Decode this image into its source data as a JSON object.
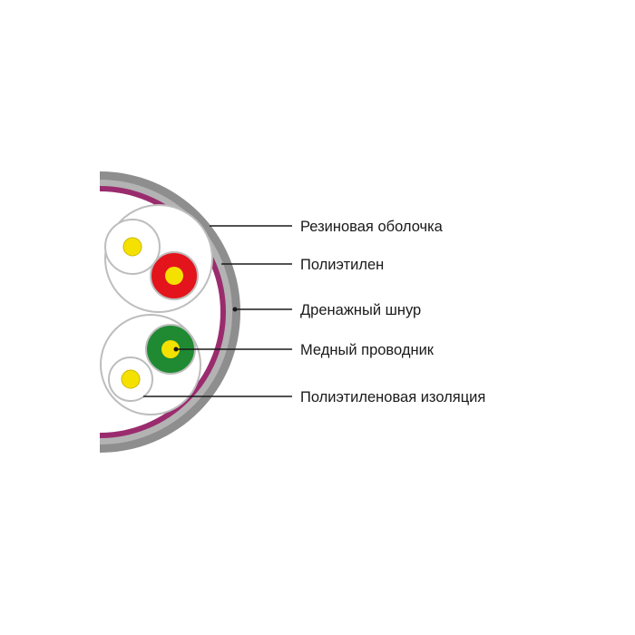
{
  "labels": {
    "outer_sheath": "Резиновая оболочка",
    "polyethylene": "Полиэтилен",
    "drain_wire": "Дренажный шнур",
    "copper_conductor": "Медный проводник",
    "pe_insulation": "Полиэтиленовая изоляция"
  },
  "colors": {
    "sheath": "#8e8e8e",
    "inner_layer": "#9a2c6e",
    "insulation_outline": "#bdbdbd",
    "conductor": "#f5e100",
    "red_insulation": "#e3141b",
    "green_insulation": "#1f8a32",
    "leader_line": "#1a1a1a"
  }
}
